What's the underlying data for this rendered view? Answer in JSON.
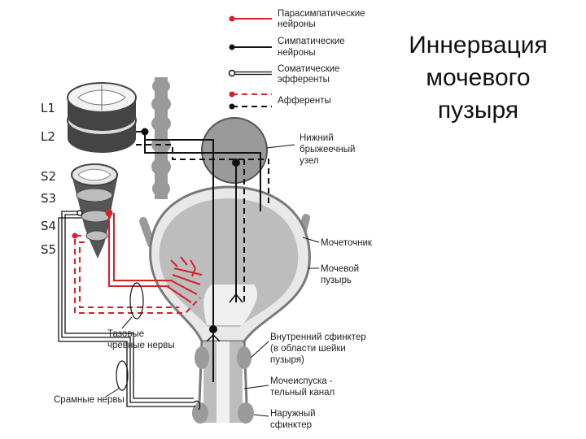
{
  "title": {
    "line1": "Иннервация",
    "line2": "мочевого",
    "line3": "пузыря"
  },
  "colors": {
    "parasympathetic": "#d6202a",
    "sympathetic": "#111111",
    "organ": "#8a8a8a",
    "organ_dark": "#555555"
  },
  "legend": [
    {
      "line1": "Парасимпатические",
      "line2": "нейроны",
      "style": "red-solid"
    },
    {
      "line1": "Симпатические",
      "line2": "нейроны",
      "style": "black-solid"
    },
    {
      "line1": "Соматические",
      "line2": "эфференты",
      "style": "double-hollow"
    },
    {
      "line1": "Афференты",
      "line2": "",
      "style": "red-black-dashed"
    }
  ],
  "segments": {
    "l1": "L1",
    "l2": "L2",
    "s2": "S2",
    "s3": "S3",
    "s4": "S4",
    "s5": "S5"
  },
  "labels": {
    "ganglion": [
      "Нижний",
      "брыжеечный",
      "узел"
    ],
    "ureter": [
      "Мочеточник"
    ],
    "bladder": [
      "Мочевой",
      "пузырь"
    ],
    "internal_sphincter": [
      "Внутренний сфинктер",
      "(в области шейки",
      "пузыря)"
    ],
    "urethra": [
      "Мочеиспуска -",
      "тельный канал"
    ],
    "external_sphincter": [
      "Наружный",
      "сфинктер"
    ],
    "pelvic_nerves": [
      "Тазовые",
      "чревные нервы"
    ],
    "pudendal_nerves": [
      "Срамные нервы"
    ]
  }
}
